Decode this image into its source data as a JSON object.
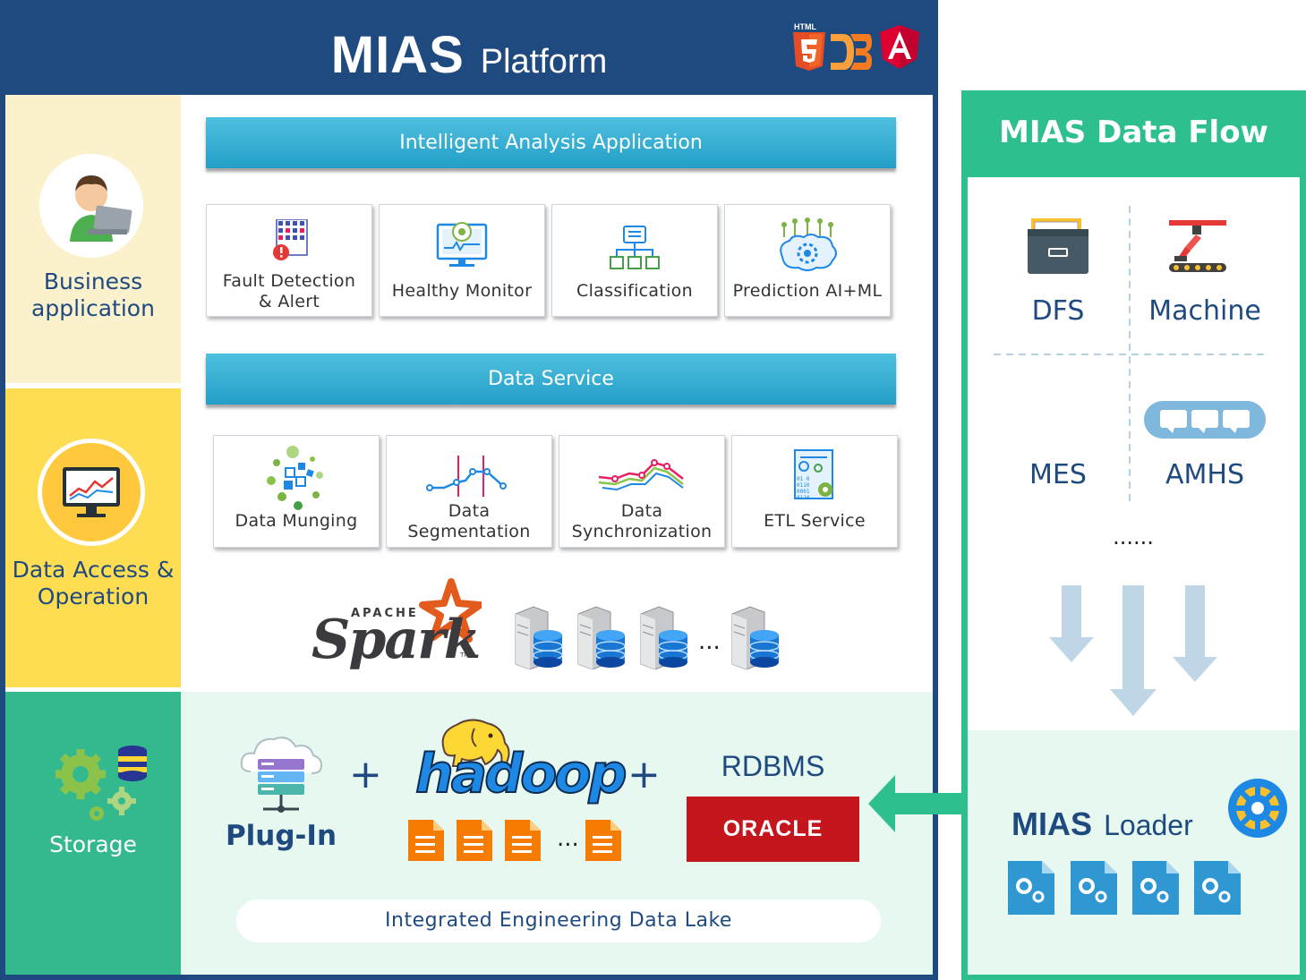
{
  "platform": {
    "title_bold": "MIAS",
    "title_rest": "Platform",
    "tech_logos": [
      "html5-icon",
      "d3-icon",
      "angular-icon"
    ],
    "html5_caption": "HTML"
  },
  "rail": {
    "business": "Business application",
    "data_access": "Data Access & Operation",
    "storage": "Storage"
  },
  "analysis": {
    "bar_label": "Intelligent Analysis Application",
    "cards": [
      {
        "label_line1": "Fault Detection",
        "label_line2": "& Alert",
        "icon": "fault-alert-icon"
      },
      {
        "label_line1": "Healthy Monitor",
        "label_line2": "",
        "icon": "monitor-icon"
      },
      {
        "label_line1": "Classification",
        "label_line2": "",
        "icon": "classification-icon"
      },
      {
        "label_line1": "Prediction AI+ML",
        "label_line2": "",
        "icon": "ai-brain-icon"
      }
    ]
  },
  "data_service": {
    "bar_label": "Data Service",
    "cards": [
      {
        "label_line1": "Data Munging",
        "label_line2": "",
        "icon": "munging-icon"
      },
      {
        "label_line1": "Data",
        "label_line2": "Segmentation",
        "icon": "segmentation-icon"
      },
      {
        "label_line1": "Data",
        "label_line2": "Synchronization",
        "icon": "sync-icon"
      },
      {
        "label_line1": "ETL Service",
        "label_line2": "",
        "icon": "etl-icon"
      }
    ]
  },
  "compute": {
    "spark_small": "APACHE",
    "spark_big": "Spark",
    "spark_tm": "TM",
    "ellipsis": "..."
  },
  "storage": {
    "plugin_label": "Plug-In",
    "plus": "+",
    "hadoop": "hadoop",
    "files_ellipsis": "...",
    "rdbms": "RDBMS",
    "oracle": "ORACLE",
    "data_lake": "Integrated Engineering Data Lake"
  },
  "flow": {
    "title": "MIAS Data Flow",
    "dfs": "DFS",
    "machine": "Machine",
    "mes": "MES",
    "amhs": "AMHS",
    "more": "......",
    "loader_bold": "MIAS",
    "loader_rest": "Loader"
  },
  "colors": {
    "navy": "#1f4a80",
    "teal_bar": "#2aa6cf",
    "green": "#2ebf8e",
    "yellow": "#fedd52",
    "oracle_red": "#c4161c"
  }
}
